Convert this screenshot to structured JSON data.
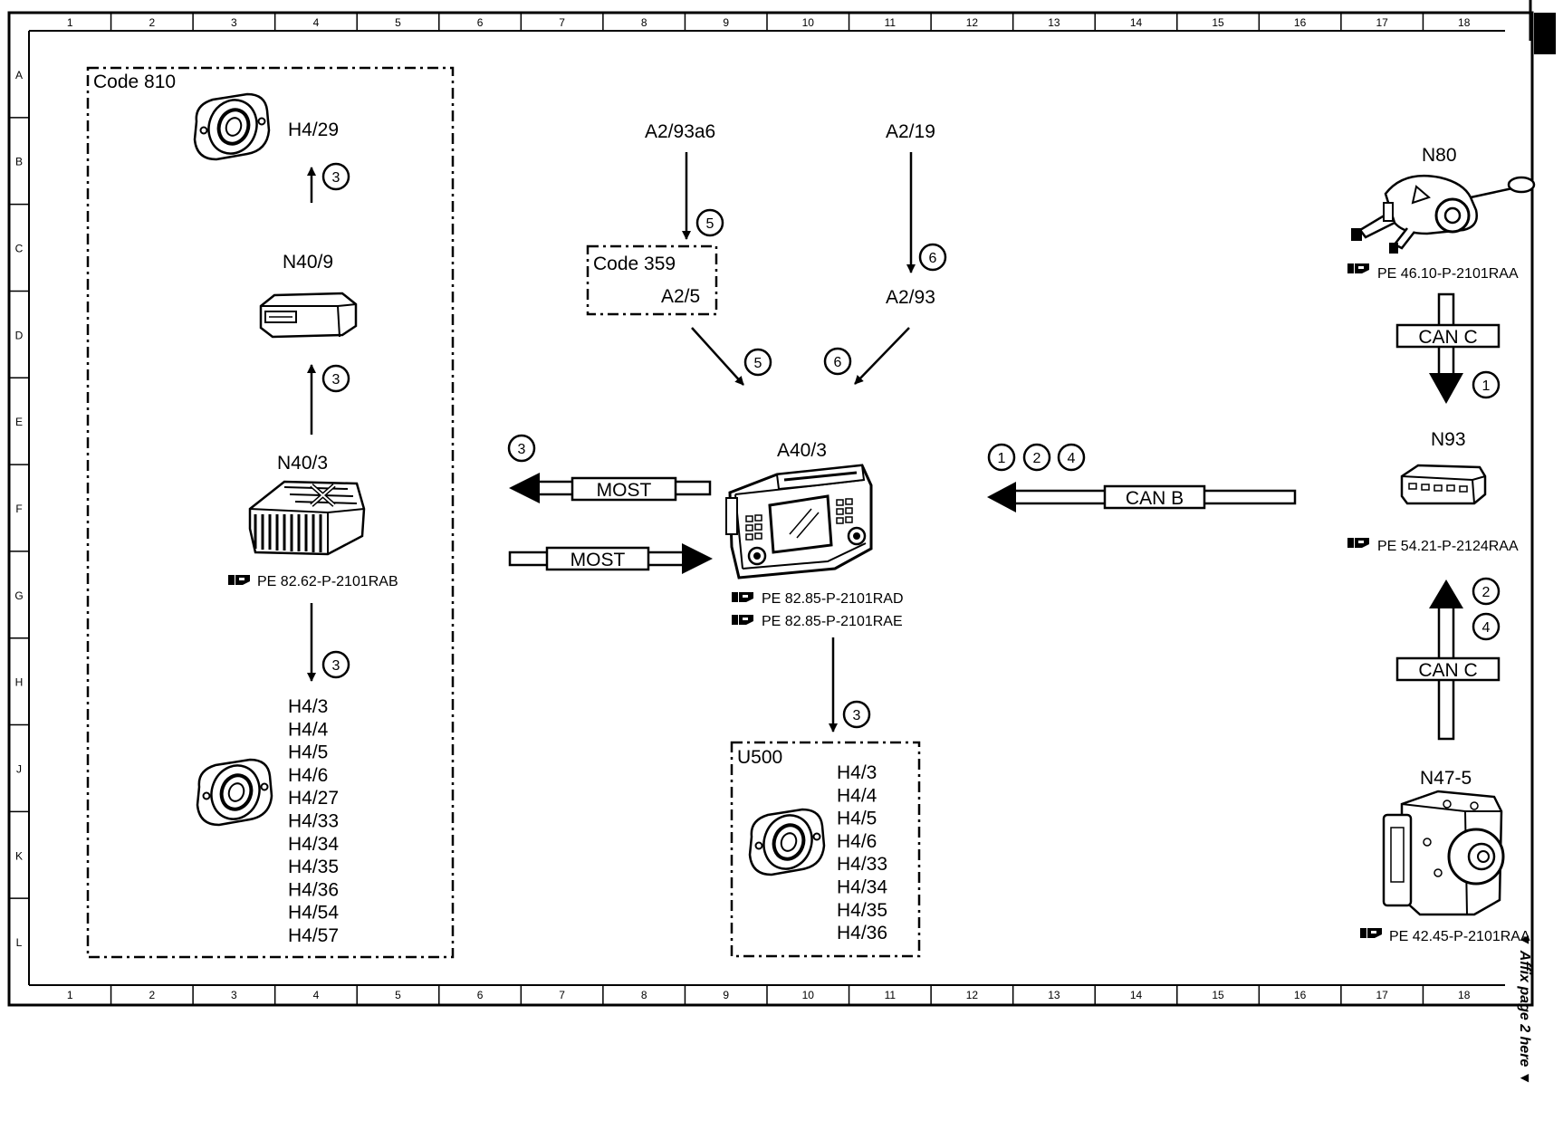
{
  "frame": {
    "columns": [
      "1",
      "2",
      "3",
      "4",
      "5",
      "6",
      "7",
      "8",
      "9",
      "10",
      "11",
      "12",
      "13",
      "14",
      "15",
      "16",
      "17",
      "18"
    ],
    "rows": [
      "A",
      "B",
      "C",
      "D",
      "E",
      "F",
      "G",
      "H",
      "J",
      "K",
      "L"
    ]
  },
  "groups": {
    "code810": "Code 810",
    "code359": "Code 359",
    "u500": "U500"
  },
  "components": {
    "h4_29": "H4/29",
    "n40_9": "N40/9",
    "n40_3": "N40/3",
    "n40_3_ref": "PE 82.62-P-2101RAB",
    "a2_93a6": "A2/93a6",
    "a2_19": "A2/19",
    "a2_5": "A2/5",
    "a2_93": "A2/93",
    "a40_3": "A40/3",
    "a40_3_ref1": "PE 82.85-P-2101RAD",
    "a40_3_ref2": "PE 82.85-P-2101RAE",
    "n80": "N80",
    "n80_ref": "PE 46.10-P-2101RAA",
    "n93": "N93",
    "n93_ref": "PE 54.21-P-2124RAA",
    "n47_5": "N47-5",
    "n47_5_ref": "PE 42.45-P-2101RAA"
  },
  "speaker_list_left": [
    "H4/3",
    "H4/4",
    "H4/5",
    "H4/6",
    "H4/27",
    "H4/33",
    "H4/34",
    "H4/35",
    "H4/36",
    "H4/54",
    "H4/57"
  ],
  "speaker_list_u500": [
    "H4/3",
    "H4/4",
    "H4/5",
    "H4/6",
    "H4/33",
    "H4/34",
    "H4/35",
    "H4/36"
  ],
  "buses": {
    "most_out": "MOST",
    "most_in": "MOST",
    "can_b": "CAN B",
    "can_c_top": "CAN C",
    "can_c_bottom": "CAN C"
  },
  "circle_markers": {
    "n40_9_to_h4_29": "3",
    "n40_3_to_n40_9": "3",
    "n40_3_to_speakers": "3",
    "a2_93a6_to_code359": "5",
    "a2_19_to_a2_93": "6",
    "code359_to_a40_3": "5",
    "a2_93_to_a40_3": "6",
    "most_out": "3",
    "can_b_1": "1",
    "can_b_2": "2",
    "can_b_4": "4",
    "a40_3_to_u500": "3",
    "can_c_top": "1",
    "can_c_bottom_2": "2",
    "can_c_bottom_4": "4"
  },
  "side_note": "▼ Affix page 2 here ▼"
}
